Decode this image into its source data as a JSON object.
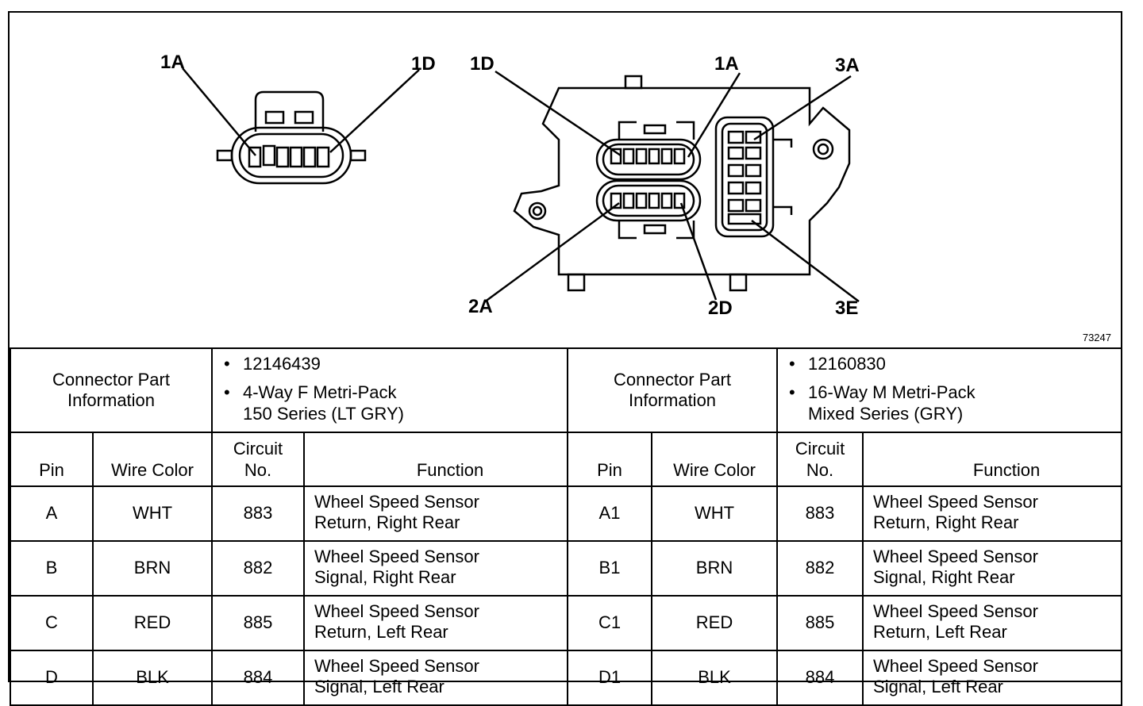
{
  "diagram": {
    "callouts_left": {
      "a": "1A",
      "b": "1D"
    },
    "callouts_right": {
      "top_left": "1D",
      "top_mid": "1A",
      "top_right": "3A",
      "bot_left": "2A",
      "bot_mid": "2D",
      "bot_right": "3E"
    },
    "ref_number": "73247"
  },
  "table_left": {
    "info_label_1": "Connector Part",
    "info_label_2": "Information",
    "part_number": "12146439",
    "type_line1": "4-Way F Metri-Pack",
    "type_line2": "150 Series (LT GRY)",
    "headers": {
      "pin": "Pin",
      "wire": "Wire Color",
      "circuit1": "Circuit",
      "circuit2": "No.",
      "function": "Function"
    },
    "rows": [
      {
        "pin": "A",
        "wire": "WHT",
        "circuit": "883",
        "f1": "Wheel Speed Sensor",
        "f2": "Return, Right Rear"
      },
      {
        "pin": "B",
        "wire": "BRN",
        "circuit": "882",
        "f1": "Wheel Speed Sensor",
        "f2": "Signal, Right Rear"
      },
      {
        "pin": "C",
        "wire": "RED",
        "circuit": "885",
        "f1": "Wheel Speed Sensor",
        "f2": "Return, Left Rear"
      },
      {
        "pin": "D",
        "wire": "BLK",
        "circuit": "884",
        "f1": "Wheel Speed Sensor",
        "f2": "Signal, Left Rear"
      }
    ]
  },
  "table_right": {
    "info_label_1": "Connector Part",
    "info_label_2": "Information",
    "part_number": "12160830",
    "type_line1": "16-Way M Metri-Pack",
    "type_line2": "Mixed Series (GRY)",
    "headers": {
      "pin": "Pin",
      "wire": "Wire Color",
      "circuit1": "Circuit",
      "circuit2": "No.",
      "function": "Function"
    },
    "rows": [
      {
        "pin": "A1",
        "wire": "WHT",
        "circuit": "883",
        "f1": "Wheel Speed Sensor",
        "f2": "Return, Right Rear"
      },
      {
        "pin": "B1",
        "wire": "BRN",
        "circuit": "882",
        "f1": "Wheel Speed Sensor",
        "f2": "Signal, Right Rear"
      },
      {
        "pin": "C1",
        "wire": "RED",
        "circuit": "885",
        "f1": "Wheel Speed Sensor",
        "f2": "Return, Left Rear"
      },
      {
        "pin": "D1",
        "wire": "BLK",
        "circuit": "884",
        "f1": "Wheel Speed Sensor",
        "f2": "Signal, Left Rear"
      }
    ]
  }
}
